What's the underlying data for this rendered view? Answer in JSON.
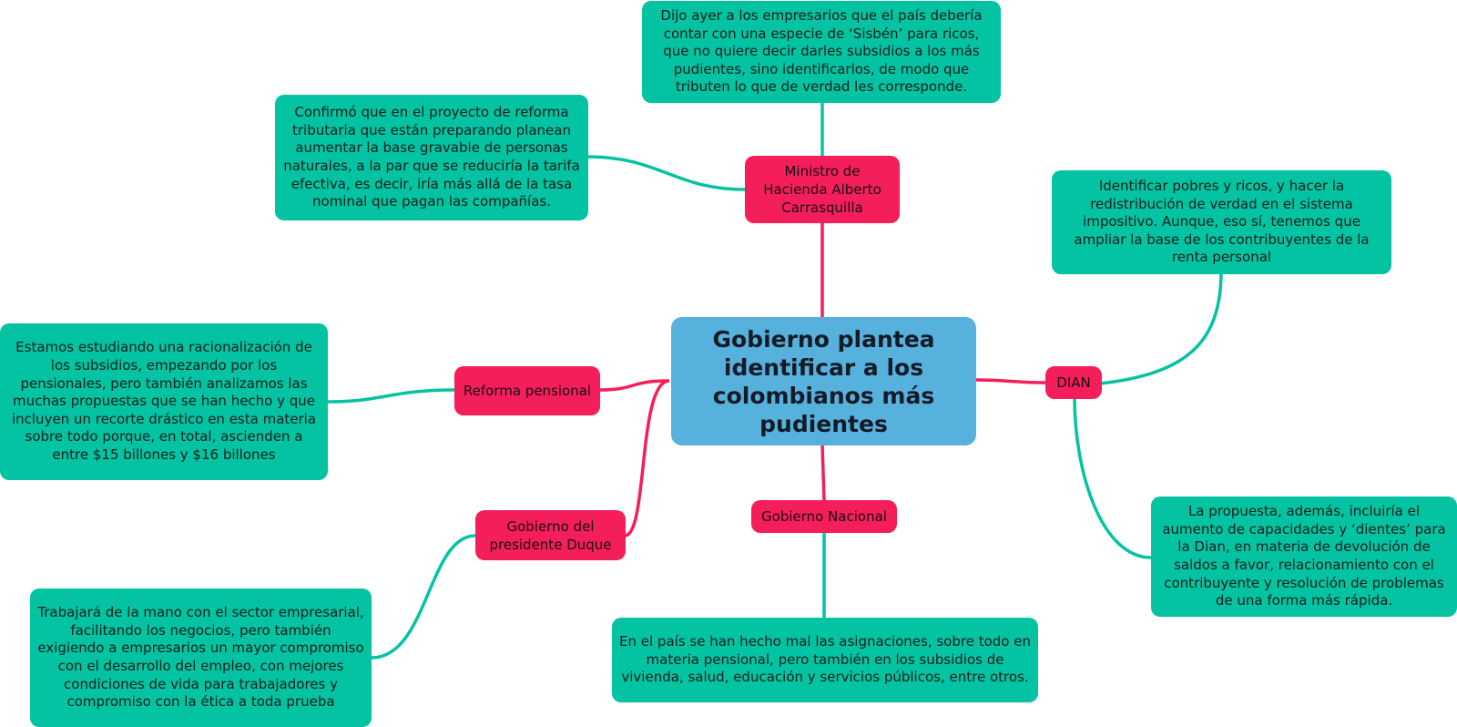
{
  "central_topic": "Gobierno plantea identificar a los colombianos más pudientes",
  "branches": {
    "ministro": {
      "label": "Ministro de Hacienda Alberto Carrasquilla",
      "notes": [
        "Dijo ayer a los empresarios que el país debería contar con una especie de ‘Sisbén’ para ricos, que no quiere decir darles subsidios a los más pudientes, sino identificarlos, de modo que tributen lo que de verdad les corresponde.",
        "Confirmó que en el proyecto de reforma tributaria que están preparando planean aumentar la base gravable de personas naturales, a la par que se reduciría la tarifa efectiva, es decir, iría más allá de la tasa nominal que pagan las compañías."
      ]
    },
    "reforma": {
      "label": "Reforma pensional",
      "notes": [
        "Estamos estudiando una racionalización de los subsidios, empezando por los pensionales, pero también analizamos las muchas propuestas que se han hecho y que incluyen un recorte drástico en esta materia sobre todo porque, en total, ascienden a entre $15 billones y $16 billones"
      ]
    },
    "duque": {
      "label": "Gobierno del presidente Duque",
      "notes": [
        "Trabajará de la mano con el sector empresarial, facilitando los negocios, pero también exigiendo a empresarios un mayor compromiso con el desarrollo del empleo, con mejores condiciones de vida para trabajadores y compromiso con la ética a toda prueba"
      ]
    },
    "nacional": {
      "label": "Gobierno Nacional",
      "notes": [
        "En el país se han hecho mal las asignaciones, sobre todo en materia pensional, pero también en los subsidios de vivienda, salud, educación y servicios públicos, entre otros."
      ]
    },
    "dian": {
      "label": "DIAN",
      "notes": [
        "Identificar pobres y ricos, y hacer la redistribución de verdad en el sistema impositivo. Aunque, eso sí, tenemos que ampliar la base de los contribuyentes de la renta personal",
        "La propuesta, además, incluiría el aumento de capacidades y ‘dientes’ para la Dian, en materia de devolución de saldos a favor, relacionamiento con el contribuyente y resolución de problemas de una forma más rápida."
      ]
    }
  },
  "colors": {
    "central": "#56b1dc",
    "topic": "#f41f5a",
    "note": "#04c3a2",
    "topic_link": "#f41f5a",
    "note_link": "#04c3a2"
  }
}
